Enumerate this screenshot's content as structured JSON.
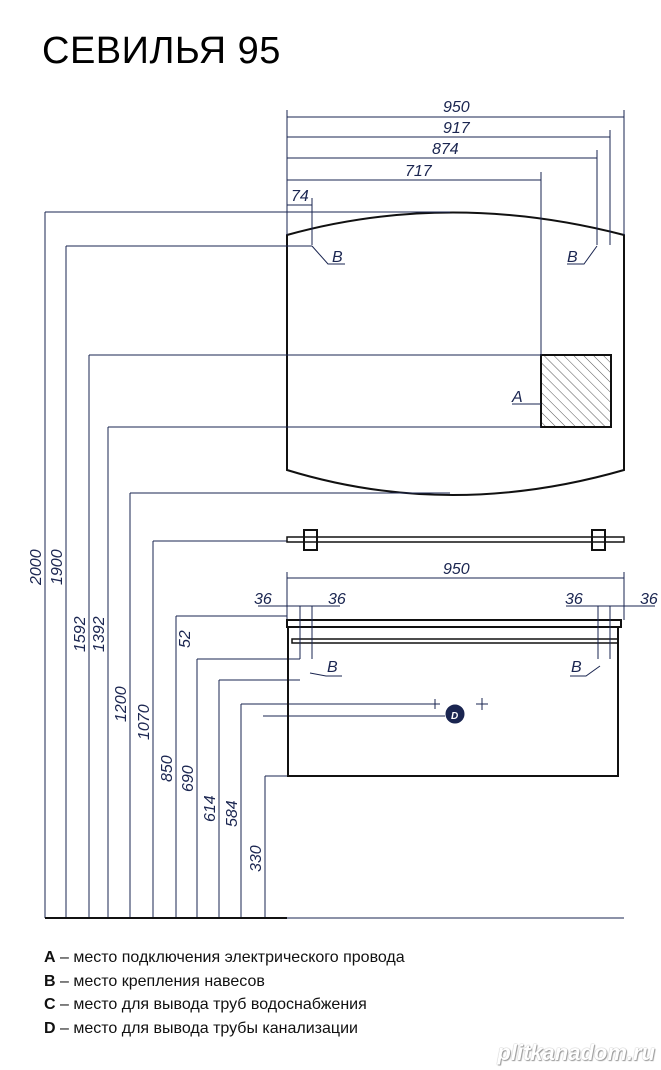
{
  "title": "СЕВИЛЬЯ 95",
  "mirror_dims": {
    "w950": "950",
    "w917": "917",
    "w874": "874",
    "w717": "717",
    "w74": "74"
  },
  "cabinet_dims": {
    "w950": "950",
    "l36a": "36",
    "l36b": "36",
    "r36a": "36",
    "r36b": "36",
    "d52": "52"
  },
  "heights": [
    "2000",
    "1900",
    "1592",
    "1392",
    "1200",
    "1070",
    "850",
    "690",
    "614",
    "584",
    "330"
  ],
  "markers": {
    "a": "A",
    "b": "B",
    "d": "D"
  },
  "legend": [
    {
      "key": "A",
      "text": " – место подключения электрического провода"
    },
    {
      "key": "B",
      "text": " – место крепления навесов"
    },
    {
      "key": "C",
      "text": " – место для вывода труб водоснабжения"
    },
    {
      "key": "D",
      "text": " – место для вывода трубы канализации"
    }
  ],
  "watermark": "plitkanadom.ru",
  "colors": {
    "line": "#1a2550",
    "marker_d": "#1a2550"
  }
}
